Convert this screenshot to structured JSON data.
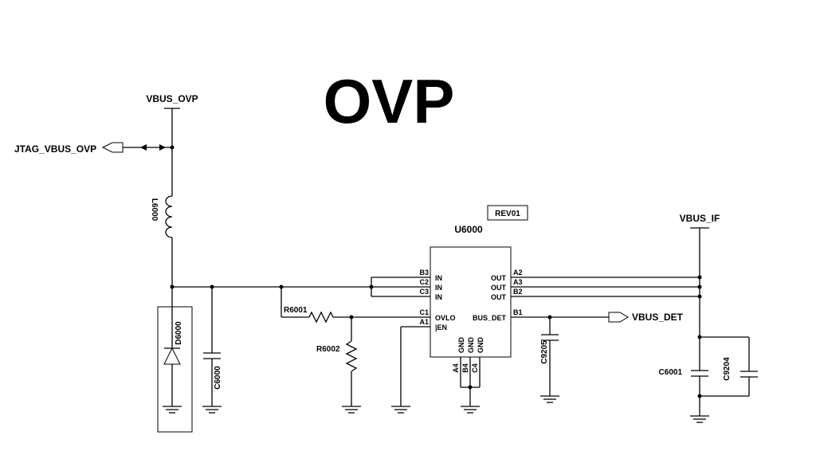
{
  "title": "OVP",
  "revision": "REV01",
  "nets": {
    "vbus_ovp": "VBUS_OVP",
    "jtag": "JTAG_VBUS_OVP",
    "vbus_if": "VBUS_IF",
    "vbus_det": "VBUS_DET"
  },
  "refs": {
    "inductor": "L6000",
    "diode": "D6000",
    "cap_c6000": "C6000",
    "res_r6001": "R6001",
    "res_r6002": "R6002",
    "cap_c9205": "C9205",
    "cap_c6001": "C6001",
    "cap_c9204": "C9204"
  },
  "ic": {
    "ref": "U6000",
    "left_pins": [
      {
        "num": "B3",
        "name": "IN"
      },
      {
        "num": "C2",
        "name": "IN"
      },
      {
        "num": "C3",
        "name": "IN"
      },
      {
        "num": "C1",
        "name": "OVLO"
      },
      {
        "num": "A1",
        "name": "|EN"
      }
    ],
    "right_pins": [
      {
        "num": "A2",
        "name": "OUT"
      },
      {
        "num": "A3",
        "name": "OUT"
      },
      {
        "num": "B2",
        "name": "OUT"
      },
      {
        "num": "B1",
        "name": "BUS_DET"
      }
    ],
    "bottom_pins": [
      {
        "num": "A4",
        "name": "GND"
      },
      {
        "num": "B4",
        "name": "GND"
      },
      {
        "num": "C4",
        "name": "GND"
      }
    ]
  }
}
